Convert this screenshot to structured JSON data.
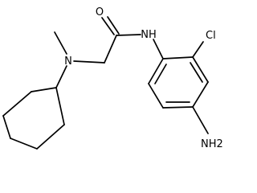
{
  "molecule": {
    "atoms": {
      "oxygen": "O",
      "amide_nitrogen": "NH",
      "chlorine": "Cl",
      "amine_nitrogen": "N",
      "amino_group": "NH2"
    }
  }
}
